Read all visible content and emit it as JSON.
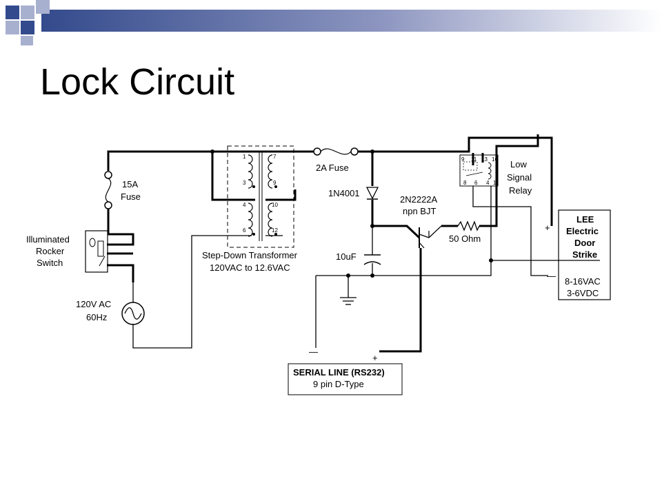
{
  "slide": {
    "title": "Lock Circuit",
    "colors": {
      "accent": "#334a8c",
      "light": "#a8b0d0",
      "gradient_end": "#ffffff"
    }
  },
  "diagram": {
    "fuse_15a": [
      "15A",
      "Fuse"
    ],
    "switch": [
      "Illuminated",
      "Rocker",
      "Switch"
    ],
    "source": [
      "120V AC",
      "60Hz"
    ],
    "fuse_2a": "2A Fuse",
    "transformer": [
      "Step-Down Transformer",
      "120VAC to 12.6VAC"
    ],
    "transformer_pins": [
      "1",
      "3",
      "4",
      "6",
      "7",
      "9",
      "10",
      "12"
    ],
    "diode": "1N4001",
    "transistor": [
      "2N2222A",
      "npn BJT"
    ],
    "resistor": "50 Ohm",
    "capacitor": "10uF",
    "relay": [
      "Low",
      "Signal",
      "Relay"
    ],
    "relay_pins": [
      "9",
      "11",
      "13",
      "16",
      "8",
      "6",
      "4",
      "1"
    ],
    "door_strike": [
      "LEE",
      "Electric",
      "Door",
      "Strike"
    ],
    "door_strike_specs": [
      "8-16VAC",
      "3-6VDC"
    ],
    "serial": [
      "SERIAL LINE (RS232)",
      "9 pin D-Type"
    ],
    "polarity": {
      "plus": "+",
      "minus": "—"
    }
  }
}
